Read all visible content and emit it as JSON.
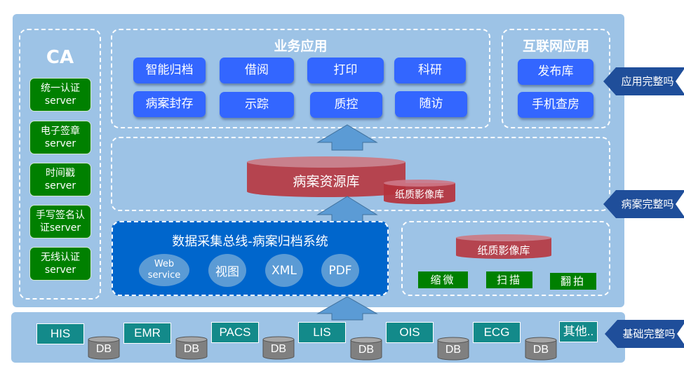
{
  "ca": {
    "title": "CA",
    "servers": [
      {
        "line1": "统一认证",
        "line2": "server"
      },
      {
        "line1": "电子签章",
        "line2": "server"
      },
      {
        "line1": "时间戳",
        "line2": "server"
      },
      {
        "line1": "手写签名认",
        "line2": "证server"
      },
      {
        "line1": "无线认证",
        "line2": "server"
      }
    ]
  },
  "business_apps": {
    "title": "业务应用",
    "buttons": [
      "智能归档",
      "借阅",
      "打印",
      "科研",
      "病案封存",
      "示踪",
      "质控",
      "随访"
    ]
  },
  "internet_apps": {
    "title": "互联网应用",
    "buttons": [
      "发布库",
      "手机查房"
    ]
  },
  "resource_layer": {
    "main_db": "病案资源库",
    "paper_db": "纸质影像库"
  },
  "data_bus": {
    "title": "数据采集总线-病案归档系统",
    "formats": [
      {
        "line1": "Web",
        "line2": "service"
      },
      {
        "line1": "视图",
        "line2": ""
      },
      {
        "line1": "XML",
        "line2": ""
      },
      {
        "line1": "PDF",
        "line2": ""
      }
    ]
  },
  "paper_image": {
    "db": "纸质影像库",
    "methods": [
      "缩微",
      "扫描",
      "翻拍"
    ]
  },
  "base_systems": {
    "systems": [
      "HIS",
      "EMR",
      "PACS",
      "LIS",
      "OIS",
      "ECG",
      "其他.."
    ],
    "db_label": "DB"
  },
  "flags": {
    "app": "应用完整吗",
    "record": "病案完整吗",
    "base": "基础完整吗"
  },
  "colors": {
    "panel": "#9dc3e6",
    "app_button": "#3366ff",
    "ca_button": "#008000",
    "database": "#b5444f",
    "bus": "#0066cc",
    "system": "#138a8a",
    "flag": "#1f4e9a",
    "arrow": "#5b9bd5"
  }
}
